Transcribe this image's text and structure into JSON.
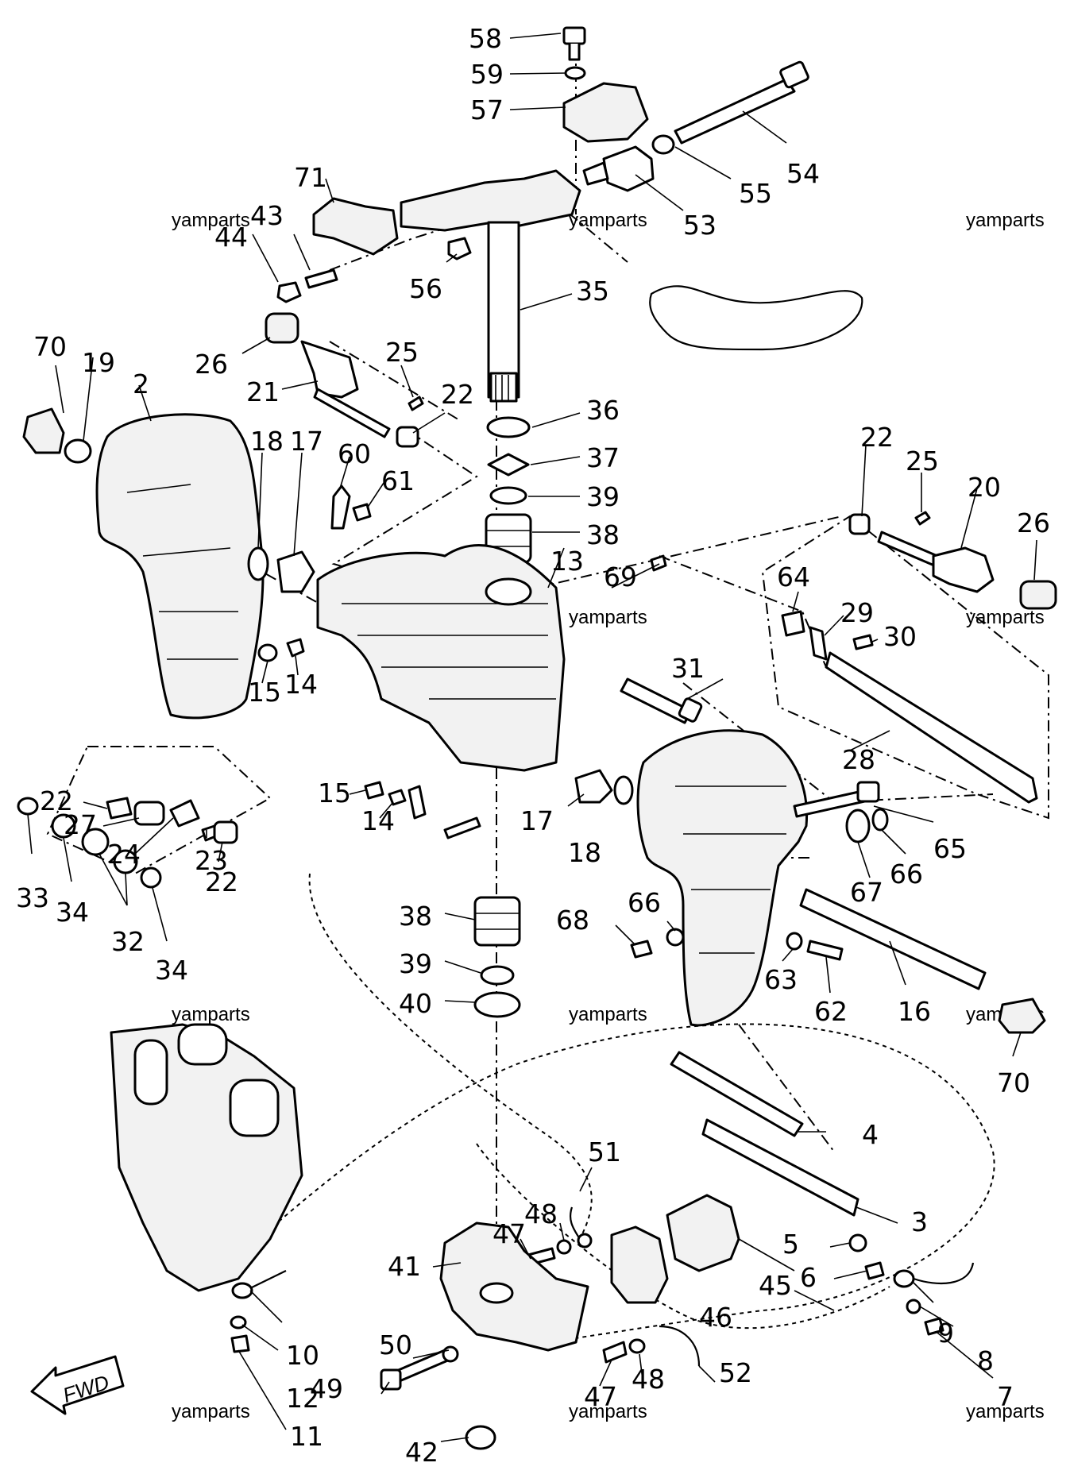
{
  "watermark": "yamparts",
  "fwd_label": "FWD",
  "labels": {
    "l58": "58",
    "l59": "59",
    "l57": "57",
    "l54": "54",
    "l55": "55",
    "l53": "53",
    "l71": "71",
    "l43": "43",
    "l44": "44",
    "l56": "56",
    "l35": "35",
    "l70a": "70",
    "l19": "19",
    "l2": "2",
    "l26a": "26",
    "l21": "21",
    "l25a": "25",
    "l22a": "22",
    "l36": "36",
    "l37": "37",
    "l39a": "39",
    "l38a": "38",
    "l18a": "18",
    "l17a": "17",
    "l60": "60",
    "l61": "61",
    "l22b": "22",
    "l25b": "25",
    "l20": "20",
    "l26b": "26",
    "l13": "13",
    "l69": "69",
    "l64": "64",
    "l29": "29",
    "l30": "30",
    "l15a": "15",
    "l14a": "14",
    "l31": "31",
    "l28": "28",
    "l22c": "22",
    "l27": "27",
    "l24": "24",
    "l15b": "15",
    "l14b": "14",
    "l17b": "17",
    "l18b": "18",
    "l23": "23",
    "l22d": "22",
    "l33": "33",
    "l34a": "34",
    "l32": "32",
    "l34b": "34",
    "l65": "65",
    "l67": "67",
    "l66a": "66",
    "l66b": "66",
    "l68": "68",
    "l38b": "38",
    "l39b": "39",
    "l40": "40",
    "l63": "63",
    "l62": "62",
    "l16": "16",
    "l70b": "70",
    "l4": "4",
    "l51": "51",
    "l3": "3",
    "l48a": "48",
    "l47a": "47",
    "l41": "41",
    "l5": "5",
    "l6": "6",
    "l45": "45",
    "l46": "46",
    "l9": "9",
    "l8": "8",
    "l10": "10",
    "l50": "50",
    "l12": "12",
    "l49": "49",
    "l47b": "47",
    "l48b": "48",
    "l52": "52",
    "l7": "7",
    "l11": "11",
    "l42": "42"
  }
}
